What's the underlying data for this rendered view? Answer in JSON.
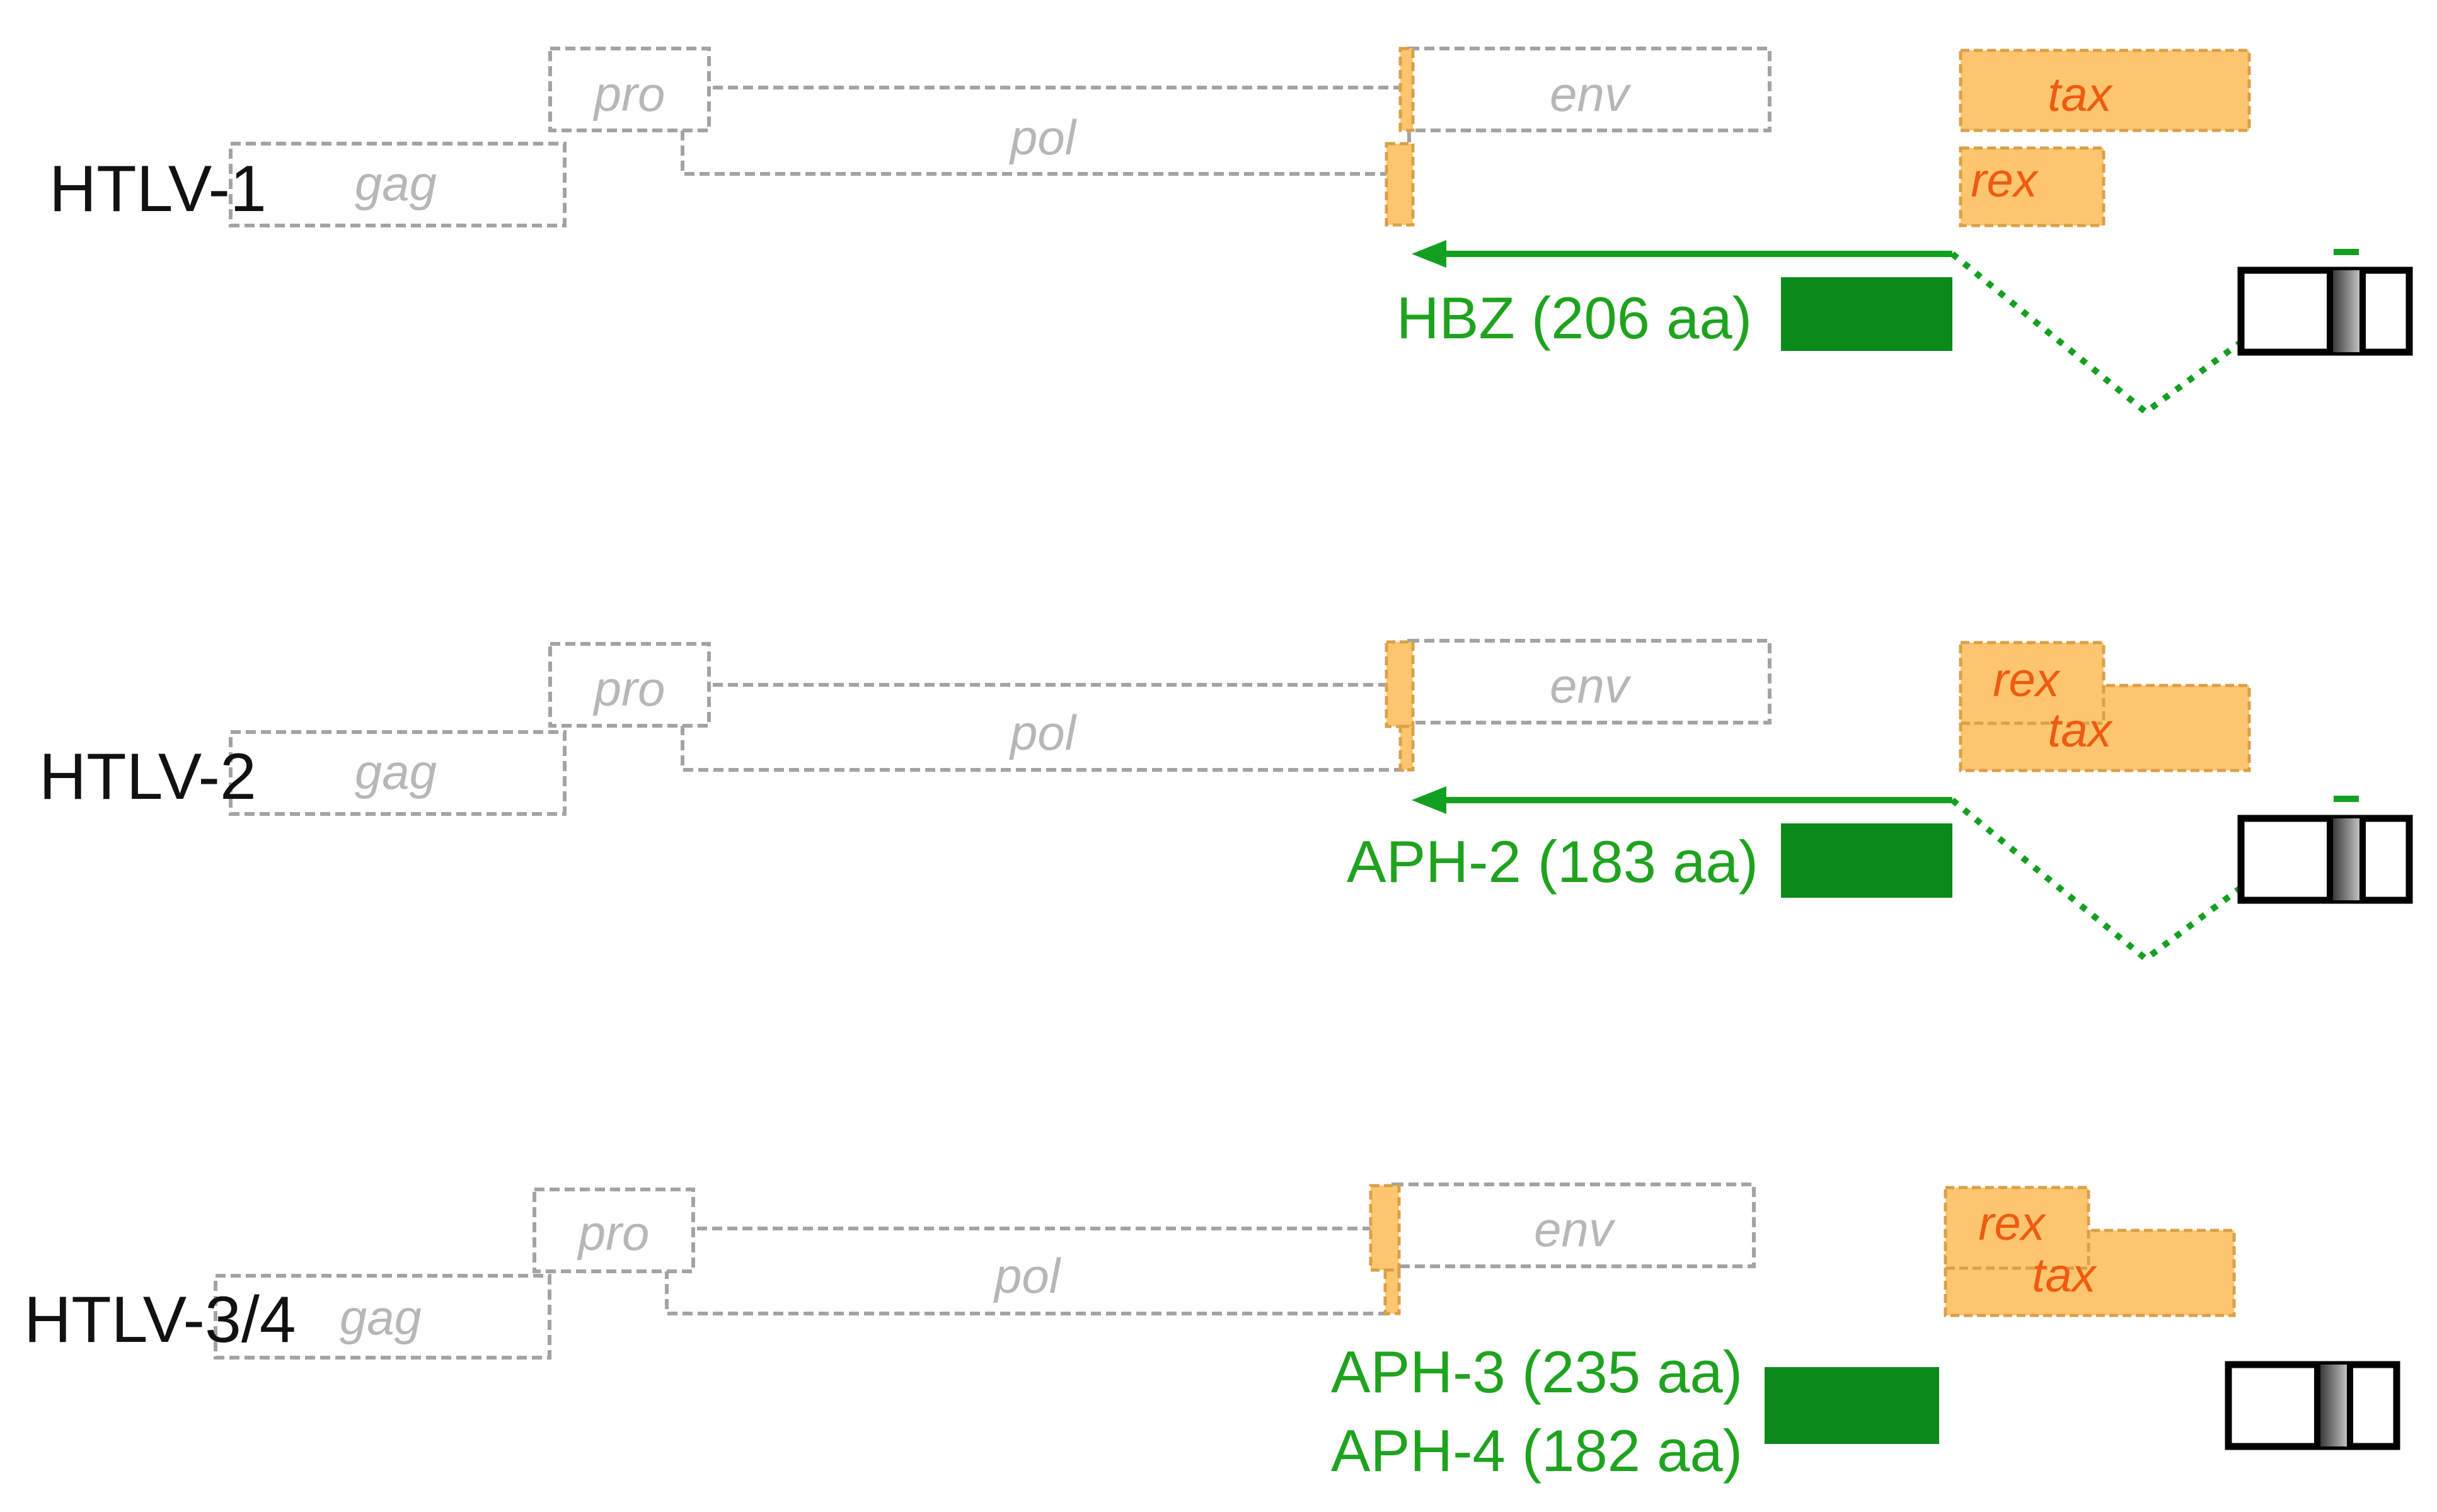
{
  "genomes": [
    {
      "strain": "HTLV-1",
      "genes": {
        "gag": "gag",
        "pro": "pro",
        "pol": "pol",
        "env": "env",
        "tax": "tax",
        "rex": "rex"
      },
      "antisense": [
        "HBZ (206 aa)"
      ]
    },
    {
      "strain": "HTLV-2",
      "genes": {
        "gag": "gag",
        "pro": "pro",
        "pol": "pol",
        "env": "env",
        "tax": "tax",
        "rex": "rex"
      },
      "antisense": [
        "APH-2 (183 aa)"
      ]
    },
    {
      "strain": "HTLV-3/4",
      "genes": {
        "gag": "gag",
        "pro": "pro",
        "pol": "pol",
        "env": "env",
        "tax": "tax",
        "rex": "rex"
      },
      "antisense": [
        "APH-3 (235 aa)",
        "APH-4 (182 aa)"
      ]
    }
  ],
  "colors": {
    "structural_gene_outline": "#a3a3a3",
    "structural_gene_text": "#b7b7b7",
    "regulatory_fill": "#fdc66e",
    "regulatory_text": "#ee5b11",
    "antisense_green": "#13a021",
    "antisense_bar": "#0b8a1b"
  }
}
